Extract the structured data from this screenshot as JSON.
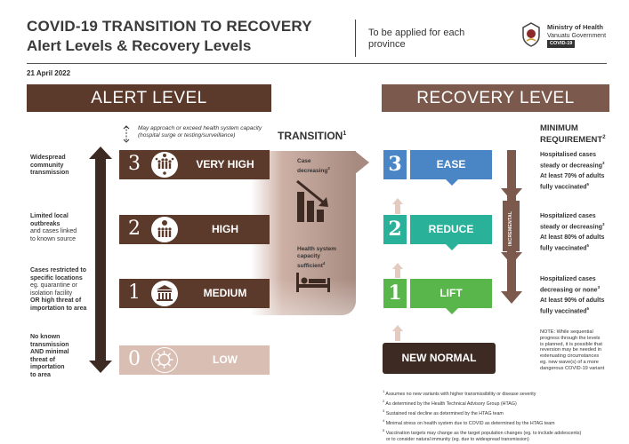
{
  "header": {
    "title_line1": "COVID-19 TRANSITION TO RECOVERY",
    "title_line2": "Alert Levels & Recovery Levels",
    "applied": "To be applied for each province",
    "ministry_line1": "Ministry of Health",
    "ministry_line2": "Vanuatu Government",
    "ministry_tag": "COVID-19",
    "date": "21 April 2022"
  },
  "alert": {
    "header": "ALERT LEVEL",
    "approach_note_line1": "May approach or exceed health system capacity",
    "approach_note_line2": "(hospital surge or testing/surveillance)",
    "levels": [
      {
        "num": "3",
        "label": "VERY HIGH"
      },
      {
        "num": "2",
        "label": "HIGH"
      },
      {
        "num": "1",
        "label": "MEDIUM"
      },
      {
        "num": "0",
        "label": "LOW"
      }
    ],
    "side_labels": [
      [
        "Widespread",
        "community",
        "transmission"
      ],
      [
        "Limited local",
        "outbreaks",
        "and cases linked",
        "to known source"
      ],
      [
        "Cases restricted to",
        "specific locations",
        "eg. quarantine or",
        "isolation facility",
        "OR high threat of",
        "importation to area"
      ],
      [
        "No known",
        "transmission",
        "AND minimal",
        "threat of",
        "importation",
        "to area"
      ]
    ]
  },
  "transition": {
    "title": "TRANSITION",
    "title_sup": "1",
    "case_line1": "Case",
    "case_line2": "decreasing",
    "case_sup": "2",
    "hs_line1": "Health system",
    "hs_line2": "capacity",
    "hs_line3": "sufficient",
    "hs_sup": "4"
  },
  "recovery": {
    "header": "RECOVERY LEVEL",
    "levels": [
      {
        "num": "3",
        "label": "EASE"
      },
      {
        "num": "2",
        "label": "REDUCE"
      },
      {
        "num": "1",
        "label": "LIFT"
      }
    ],
    "new_normal": "NEW NORMAL",
    "incremental": "INCREMENTAL",
    "min_req_line1": "MINIMUM",
    "min_req_line2": "REQUIREMENT",
    "min_req_sup": "2",
    "requirements": [
      {
        "line1": "Hospitalised cases",
        "line2": "steady or decreasing",
        "sup1": "3",
        "line3": "At least 70% of adults",
        "line4": "fully vaccinated",
        "sup2": "5"
      },
      {
        "line1": "Hospitalized cases",
        "line2": "steady or decreasing",
        "sup1": "3",
        "line3": "At least 80% of adults",
        "line4": "fully vaccinated",
        "sup2": "5"
      },
      {
        "line1": "Hospitalized cases",
        "line2": "decreasing or none",
        "sup1": "3",
        "line3": "At least 90% of adults",
        "line4": "fully vaccinated",
        "sup2": "5"
      }
    ],
    "note": [
      "NOTE: While sequential",
      "progress through the levels",
      "is planned, it is possible that",
      "reversion may be needed in",
      "extenuating circumstances",
      "eg. new wave(s) of a more",
      "dangerous COVID-19 variant"
    ]
  },
  "footnotes": [
    {
      "sup": "1",
      "text": "Assumes no new variants with higher transmissibility or disease severity"
    },
    {
      "sup": "2",
      "text": "As determined by the Health Technical Advisory Group (HTAG)"
    },
    {
      "sup": "3",
      "text": "Sustained real decline as determined by the HTAG team"
    },
    {
      "sup": "4",
      "text": "Minimal stress on health system due to COVID as determined by the HTAG team"
    },
    {
      "sup": "5",
      "text": "Vaccination targets may change as the target population changes (eg. to include adolescents)"
    },
    {
      "sup": "",
      "text": "or to consider natural immunity (eg. due to widespread transmission)"
    }
  ],
  "colors": {
    "alert_dark": "#5b3a2b",
    "alert_low": "#d9bfb3",
    "recovery_header": "#7b5a4d",
    "ease": "#4a86c5",
    "reduce": "#2ab199",
    "lift": "#58b64a",
    "new_normal": "#3d2a22"
  }
}
